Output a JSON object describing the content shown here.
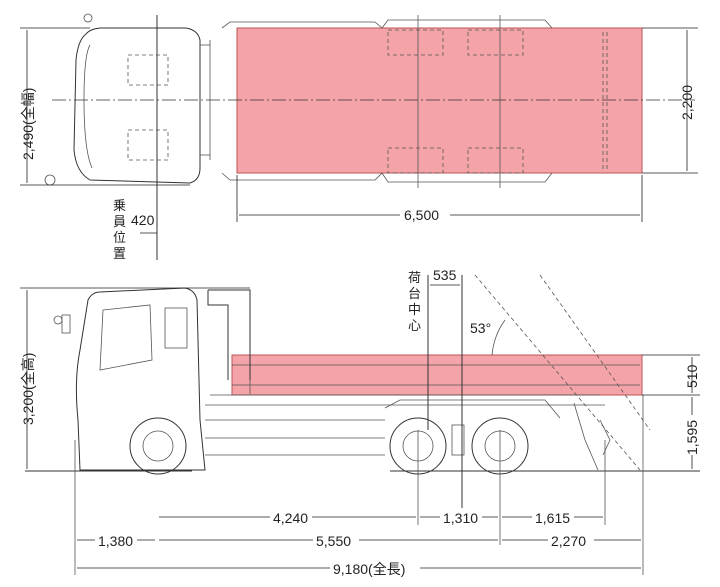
{
  "colors": {
    "cargo_bed": "#f4a3a8",
    "line": "#333333"
  },
  "top_view": {
    "overall_width": "2,490",
    "overall_width_note": "(全幅)",
    "bed_inner_width": "2,200",
    "bed_length": "6,500"
  },
  "crew_position": {
    "label": [
      "乗",
      "員",
      "位",
      "置"
    ],
    "offset": "420"
  },
  "side_view": {
    "overall_height": "3,200",
    "overall_height_note": "(全高)",
    "bed_center": {
      "label": [
        "荷",
        "台",
        "中",
        "心"
      ],
      "offset": "535"
    },
    "tilt_angle": "53°",
    "gate_height": "510",
    "floor_height": "1,595",
    "dims_row1": [
      "4,240",
      "1,310",
      "1,615"
    ],
    "dims_row2": [
      "1,380",
      "5,550",
      "2,270"
    ],
    "overall_length": "9,180",
    "overall_length_note": "(全長)"
  }
}
